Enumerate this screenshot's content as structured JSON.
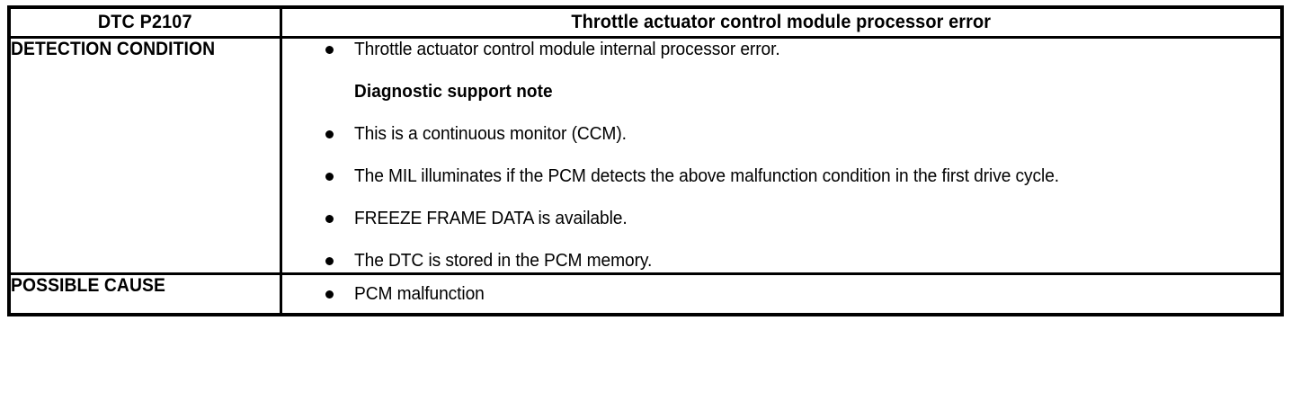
{
  "table": {
    "header": {
      "code_label": "DTC P2107",
      "title": "Throttle actuator control module processor error"
    },
    "rows": [
      {
        "label": "DETECTION CONDITION",
        "items": [
          {
            "type": "bullet",
            "text": "Throttle actuator control module internal processor error."
          },
          {
            "type": "note",
            "text": "Diagnostic support note"
          },
          {
            "type": "bullet",
            "text": "This is a continuous monitor (CCM)."
          },
          {
            "type": "bullet",
            "text": "The MIL illuminates if the PCM detects the above malfunction condition in the first drive cycle."
          },
          {
            "type": "bullet",
            "text": "FREEZE FRAME DATA is available."
          },
          {
            "type": "bullet",
            "text": "The DTC is stored in the PCM memory."
          }
        ]
      },
      {
        "label": "POSSIBLE CAUSE",
        "items": [
          {
            "type": "bullet",
            "text": "PCM malfunction"
          }
        ]
      }
    ]
  },
  "colors": {
    "border": "#000000",
    "text": "#000000",
    "background": "#ffffff"
  }
}
